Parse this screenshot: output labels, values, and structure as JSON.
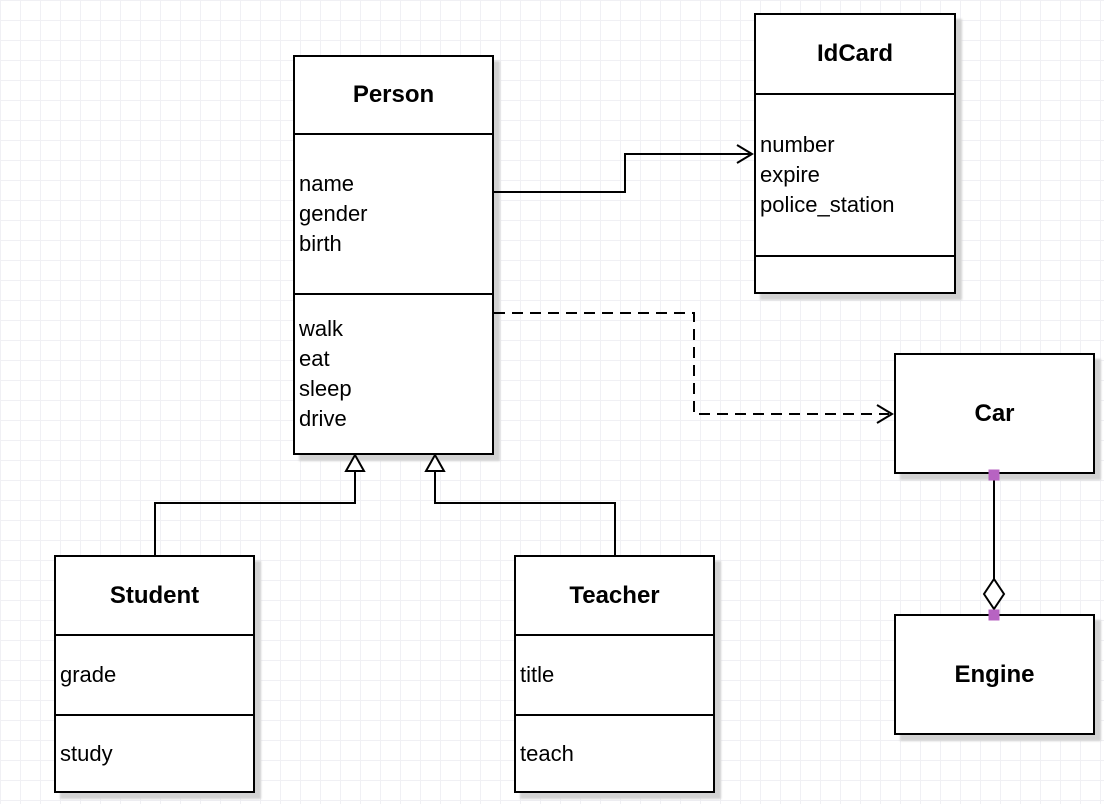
{
  "diagram_type": "uml-class-diagram",
  "colors": {
    "line": "#000000",
    "box_fill": "#ffffff",
    "grid": "#f0f0f4",
    "shadow": "#d2d2d2",
    "endpoint_handle": "#b763c2"
  },
  "classes": {
    "person": {
      "title": "Person",
      "attributes": [
        "name",
        "gender",
        "birth"
      ],
      "methods": [
        "walk",
        "eat",
        "sleep",
        "drive"
      ]
    },
    "idcard": {
      "title": "IdCard",
      "attributes": [
        "number",
        "expire",
        "police_station"
      ],
      "methods": []
    },
    "car": {
      "title": "Car"
    },
    "engine": {
      "title": "Engine"
    },
    "student": {
      "title": "Student",
      "attributes": [
        "grade"
      ],
      "methods": [
        "study"
      ]
    },
    "teacher": {
      "title": "Teacher",
      "attributes": [
        "title"
      ],
      "methods": [
        "teach"
      ]
    }
  },
  "relationships": [
    {
      "from": "Person",
      "to": "IdCard",
      "type": "association",
      "line": "solid",
      "arrow": "open-arrow"
    },
    {
      "from": "Person",
      "to": "Car",
      "type": "dependency",
      "line": "dashed",
      "arrow": "open-arrow"
    },
    {
      "from": "Student",
      "to": "Person",
      "type": "generalization",
      "line": "solid",
      "arrow": "hollow-triangle"
    },
    {
      "from": "Teacher",
      "to": "Person",
      "type": "generalization",
      "line": "solid",
      "arrow": "hollow-triangle"
    },
    {
      "from": "Car",
      "to": "Engine",
      "type": "aggregation",
      "line": "solid",
      "arrow": "hollow-diamond"
    }
  ]
}
